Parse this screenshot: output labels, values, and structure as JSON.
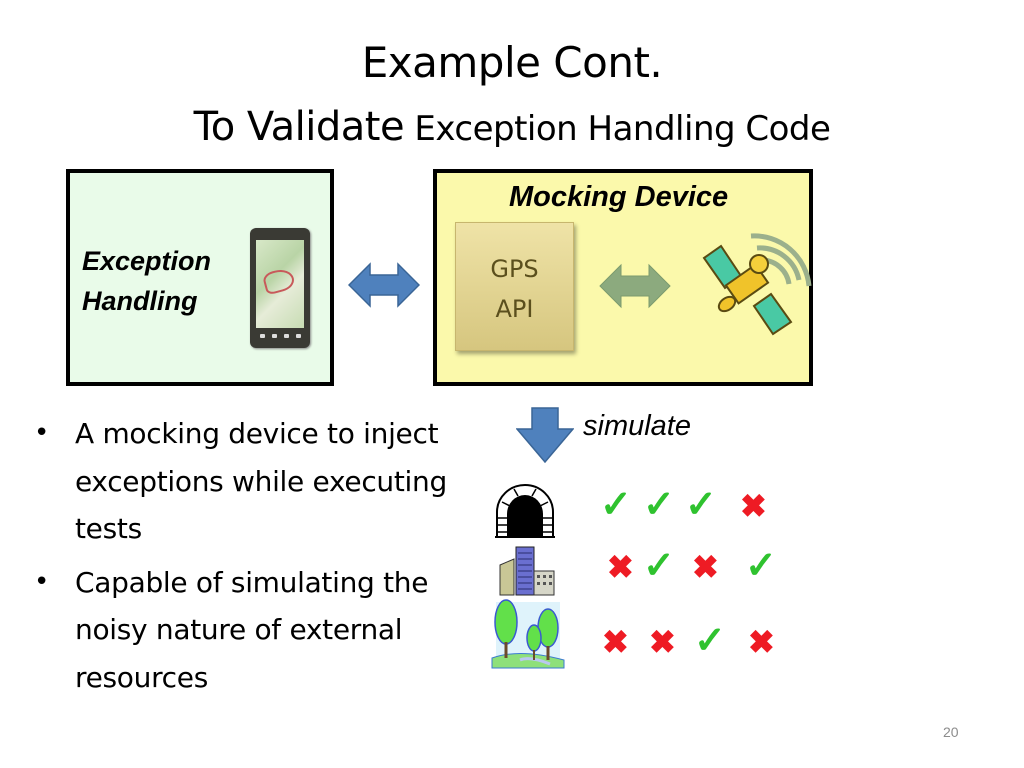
{
  "slide": {
    "title_line1": "Example Cont.",
    "title_line2_big": "To Validate",
    "title_line2_small": " Exception Handling Code",
    "page_number": "20"
  },
  "diagram": {
    "left_box": {
      "label_line1": "Exception",
      "label_line2": "Handling",
      "icon": "smartphone-map-icon",
      "bg_color": "#e9fbe9"
    },
    "connector_left": {
      "icon": "double-arrow-icon",
      "color": "#4f81bd"
    },
    "right_box": {
      "title": "Mocking Device",
      "bg_color": "#fbf9ab",
      "gps_box": {
        "line1": "GPS",
        "line2": "API"
      },
      "connector": {
        "icon": "double-arrow-icon",
        "color": "#8caa7e"
      },
      "satellite_icon": "satellite-icon"
    },
    "simulate": {
      "label": "simulate",
      "arrow_icon": "down-arrow-icon",
      "rows": [
        {
          "resource": "tunnel",
          "icon": "tunnel-icon",
          "results": [
            "pass",
            "pass",
            "pass",
            "fail"
          ]
        },
        {
          "resource": "buildings",
          "icon": "city-buildings-icon",
          "results": [
            "fail",
            "pass",
            "fail",
            "pass"
          ]
        },
        {
          "resource": "park",
          "icon": "trees-park-icon",
          "results": [
            "fail",
            "fail",
            "pass",
            "fail"
          ]
        }
      ],
      "pass_color": "#2fc22f",
      "fail_color": "#ee1b24"
    }
  },
  "bullets": [
    "A mocking device to inject exceptions while executing tests",
    "Capable of simulating the noisy nature of external resources"
  ]
}
